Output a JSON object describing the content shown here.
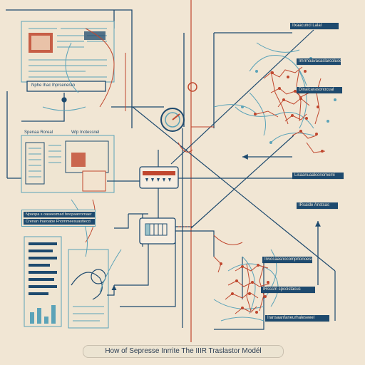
{
  "caption": "How of Sepresse Inrrite The IIIR Traslastor Modél",
  "labels": {
    "top_right": "Ilxaacuncl Lalal",
    "right_2": "Imrrnoavacaslarcoluset",
    "right_3": "Dinaicarasonocual",
    "right_4": "Lisaanuaalconomomi",
    "right_5": "IRsaide Anstsas",
    "right_6": "Invocaasnocomprtonoesie",
    "right_7": "IRsssm spccistacus",
    "right_8": "Iransaanfaneurhaleseeel"
  },
  "panels": {
    "p1_caption": "Nphe  Ihac Ihprseneran",
    "p2_title_a": "Spenaa Roreal",
    "p2_title_b": "Wip Inotessnel",
    "p3_line_1": "Npanpa  s oaseesmad bnopaarromaer",
    "p3_line_2": "Crenan Inaroabe Fhommeesuastiecd"
  },
  "colors": {
    "background": "#f1e6d4",
    "navy": "#1e4a6e",
    "red": "#c0472e",
    "teal": "#5ba3b8"
  }
}
